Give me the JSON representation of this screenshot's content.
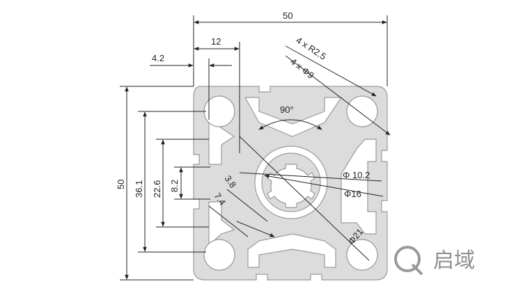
{
  "diagram": {
    "dimensions": {
      "width_total": "50",
      "height_total": "50",
      "slot_offset": "12",
      "slot_width_small": "4.2",
      "height_36": "36.1",
      "height_22": "22.6",
      "height_8": "8.2",
      "rib_38": "3.8",
      "rib_74": "7.4",
      "angle": "90°",
      "fillet": "4 x R2.5",
      "corner_holes": "4 x  Φ9",
      "center_hole": "Φ 10.2",
      "inner_circle": "Φ16",
      "outer_circle": "Φ21"
    },
    "logo": {
      "mark": "Q",
      "text": "启域"
    }
  }
}
